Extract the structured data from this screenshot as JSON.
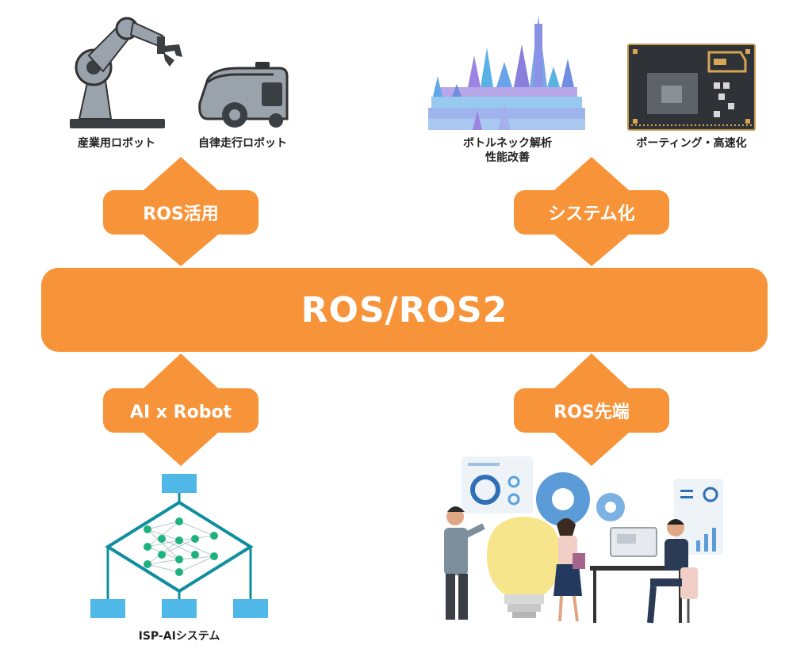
{
  "colors": {
    "accent": "#F7943A",
    "accent_light": "#FBAE5B",
    "text": "#222222",
    "teal": "#0E8E9E",
    "node_green": "#1DB27E",
    "box_blue": "#4FB8E8"
  },
  "center": {
    "label": "ROS/ROS2"
  },
  "connectors": [
    {
      "label": "ROS活用"
    },
    {
      "label": "システム化"
    },
    {
      "label": "AI x Robot"
    },
    {
      "label": "ROS先端"
    }
  ],
  "captions": {
    "industrial_robot": "産業用ロボット",
    "autonomous_robot": "自律走行ロボット",
    "bottleneck_line1": "ボトルネック解析",
    "bottleneck_line2": "性能改善",
    "porting": "ポーティング・高速化",
    "isp_ai": "ISP-AIシステム"
  },
  "icons": [
    "industrial-robot-arm-icon",
    "autonomous-mobile-robot-icon",
    "bottleneck-analysis-chart-icon",
    "circuit-board-icon",
    "neural-network-diagram-icon",
    "team-innovation-illustration-icon"
  ]
}
